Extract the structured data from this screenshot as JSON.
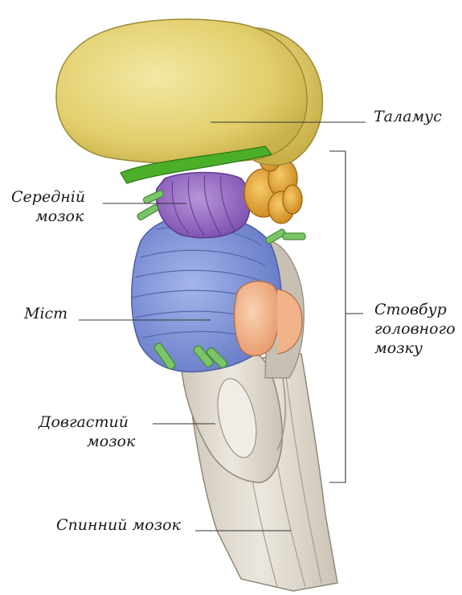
{
  "labels": {
    "thalamus": "Таламус",
    "midbrain": [
      "Середній",
      "мозок"
    ],
    "pons": "Міст",
    "brainstem": [
      "Стовбур",
      "головного",
      "мозку"
    ],
    "medulla": [
      "Довгастий",
      "мозок"
    ],
    "spinal_cord": "Спинний мозок"
  },
  "colors": {
    "thalamus": "#e6d57a",
    "optic_tract": "#4caf2a",
    "midbrain": "#9b6bc4",
    "pons": "#7d93d6",
    "pineal": "#e6a83a",
    "nucleus": "#f3b489",
    "medulla": "#d8d2c7",
    "nerves": "#7bc46a"
  }
}
